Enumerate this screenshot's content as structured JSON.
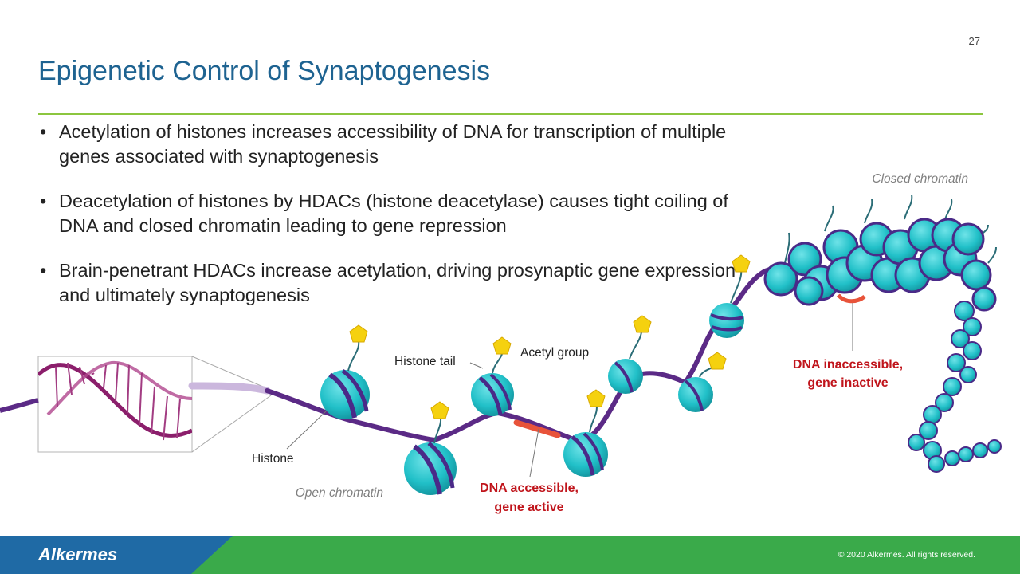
{
  "slide": {
    "number": "27",
    "title": "Epigenetic Control of Synaptogenesis"
  },
  "bullets": [
    "Acetylation of histones increases accessibility of DNA for transcription of multiple genes associated with synaptogenesis",
    "Deacetylation of histones by HDACs (histone deacetylase) causes tight coiling of DNA and closed chromatin leading to gene repression",
    "Brain-penetrant HDACs increase acetylation, driving prosynaptic gene expression and ultimately synaptogenesis"
  ],
  "diagram": {
    "closed_chromatin": "Closed chromatin",
    "open_chromatin": "Open chromatin",
    "histone": "Histone",
    "histone_tail": "Histone tail",
    "acetyl_group": "Acetyl group",
    "dna_accessible_line1": "DNA accessible,",
    "dna_accessible_line2": "gene active",
    "dna_inaccessible_line1": "DNA inaccessible,",
    "dna_inaccessible_line2": "gene inactive"
  },
  "footer": {
    "logo": "Alkermes",
    "copyright": "© 2020 Alkermes. All rights reserved."
  },
  "colors": {
    "title": "#1e6391",
    "rule": "#8cc63f",
    "dna_strand": "#5b2a86",
    "histone": "#21c0c8",
    "histone_dark": "#4a2a88",
    "acetyl": "#f5d10f",
    "accessible_label": "#c0141b",
    "footer_blue": "#1f6aa5",
    "footer_green": "#3aaa4a"
  },
  "icons": [
    "dna-helix-image",
    "histone-bead",
    "acetyl-group-pentagon"
  ]
}
